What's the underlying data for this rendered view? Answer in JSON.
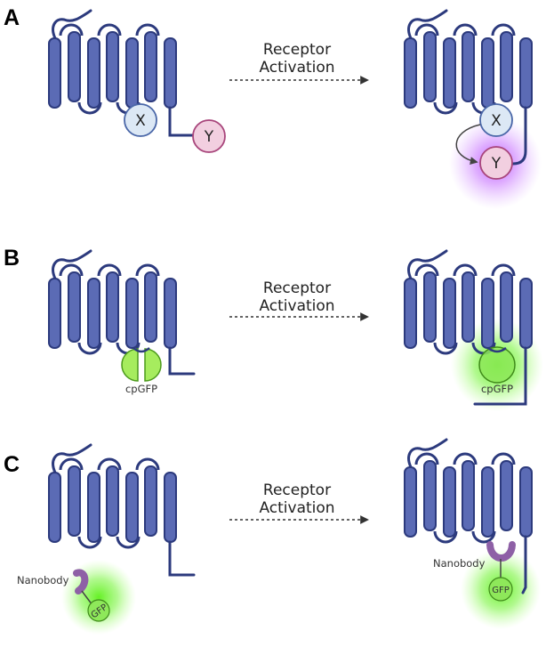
{
  "panels": [
    {
      "letter": "A",
      "arrow_label": [
        "Receptor",
        "Activation"
      ],
      "inactive": {
        "node_x": "X",
        "node_y": "Y"
      },
      "active": {
        "node_x": "X",
        "node_y": "Y"
      }
    },
    {
      "letter": "B",
      "arrow_label": [
        "Receptor",
        "Activation"
      ],
      "inactive": {
        "sensor_label": "cpGFP"
      },
      "active": {
        "sensor_label": "cpGFP"
      }
    },
    {
      "letter": "C",
      "arrow_label": [
        "Receptor",
        "Activation"
      ],
      "inactive": {
        "binder_label": "Nanobody",
        "fp_label": "GFP"
      },
      "active": {
        "binder_label": "Nanobody",
        "fp_label": "GFP"
      }
    }
  ],
  "colors": {
    "receptor_fill": "#5b6bb5",
    "receptor_stroke": "#2c3a7d",
    "node_x_fill": "#dce8f5",
    "node_x_stroke": "#4a67a8",
    "node_y_fill": "#f2cfe0",
    "node_y_stroke": "#a8457b",
    "purple_glow": "#b13cff",
    "green_glow": "#64ff1a",
    "cpgfp_fill": "#a6ec5e",
    "nanobody_fill": "#8e60a6"
  }
}
